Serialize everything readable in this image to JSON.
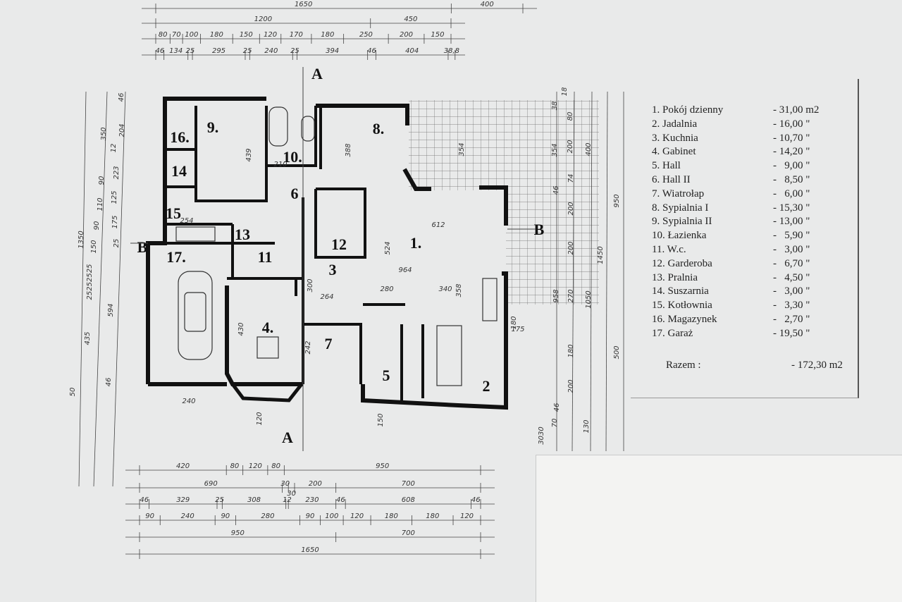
{
  "legend": {
    "rooms": [
      {
        "name": "1. Pokój dzienny",
        "area": "- 31,00 m2"
      },
      {
        "name": "2. Jadalnia",
        "area": "- 16,00 \""
      },
      {
        "name": "3. Kuchnia",
        "area": "- 10,70 \""
      },
      {
        "name": "4. Gabinet",
        "area": "- 14,20 \""
      },
      {
        "name": "5. Hall",
        "area": "-   9,00 \""
      },
      {
        "name": "6. Hall II",
        "area": "-   8,50 \""
      },
      {
        "name": "7. Wiatrołap",
        "area": "-   6,00 \""
      },
      {
        "name": "8. Sypialnia I",
        "area": "- 15,30 \""
      },
      {
        "name": "9. Sypialnia  II",
        "area": "- 13,00 \""
      },
      {
        "name": "10. Łazienka",
        "area": "-   5,90 \""
      },
      {
        "name": "11. W.c.",
        "area": "-   3,00 \""
      },
      {
        "name": "12. Garderoba",
        "area": "-   6,70 \""
      },
      {
        "name": "13. Pralnia",
        "area": "-   4,50 \""
      },
      {
        "name": "14. Suszarnia",
        "area": "-   3,00 \""
      },
      {
        "name": "15. Kotłownia",
        "area": "-   3,30 \""
      },
      {
        "name": "16. Magazynek",
        "area": "-   2,70 \""
      },
      {
        "name": "17. Garaż",
        "area": "- 19,50 \""
      }
    ],
    "total_label": "Razem :",
    "total_value": "- 172,30 m2"
  },
  "plan": {
    "room_numbers": [
      "1.",
      "2",
      "3",
      "4.",
      "5",
      "6",
      "7",
      "8.",
      "9.",
      "10.",
      "11",
      "12",
      "13",
      "14",
      "15",
      "16.",
      "17."
    ],
    "section_marks": [
      "A",
      "A",
      "B",
      "B"
    ],
    "top_dims": [
      [
        "1650",
        "400"
      ],
      [
        "1200",
        "450"
      ],
      [
        "80",
        "70",
        "100",
        "180",
        "150",
        "120",
        "170",
        "180",
        "250",
        "200",
        "150"
      ],
      [
        "46",
        "134",
        "25",
        "295",
        "25",
        "240",
        "25",
        "394",
        "46",
        "404",
        "38,8"
      ]
    ],
    "bottom_dims": [
      [
        "420",
        "80",
        "120",
        "80",
        "950"
      ],
      [
        "690",
        "30",
        "30",
        "200",
        "700"
      ],
      [
        "46",
        "329",
        "25",
        "308",
        "12",
        "230",
        "46",
        "608",
        "46"
      ],
      [
        "90",
        "240",
        "90",
        "280",
        "90",
        "100",
        "120",
        "180",
        "180",
        "120"
      ],
      [
        "950",
        "700"
      ],
      [
        "1650"
      ]
    ],
    "left_dims": [
      "1350",
      "350",
      "90",
      "110",
      "90",
      "150",
      "25252525",
      "435",
      "50",
      "46",
      "204",
      "12",
      "223",
      "125",
      "175",
      "25",
      "594",
      "46"
    ],
    "right_dims": [
      "38",
      "18",
      "80",
      "354",
      "200",
      "400",
      "74",
      "46",
      "200",
      "200",
      "958",
      "270",
      "1050",
      "1450",
      "950",
      "180",
      "200",
      "500",
      "46",
      "70",
      "3030",
      "130"
    ],
    "interior_dims": [
      "612",
      "964",
      "524",
      "354",
      "280",
      "340",
      "358",
      "264",
      "300",
      "388",
      "439",
      "254",
      "430",
      "242",
      "180",
      "175",
      "120",
      "150",
      "240",
      "210"
    ]
  }
}
